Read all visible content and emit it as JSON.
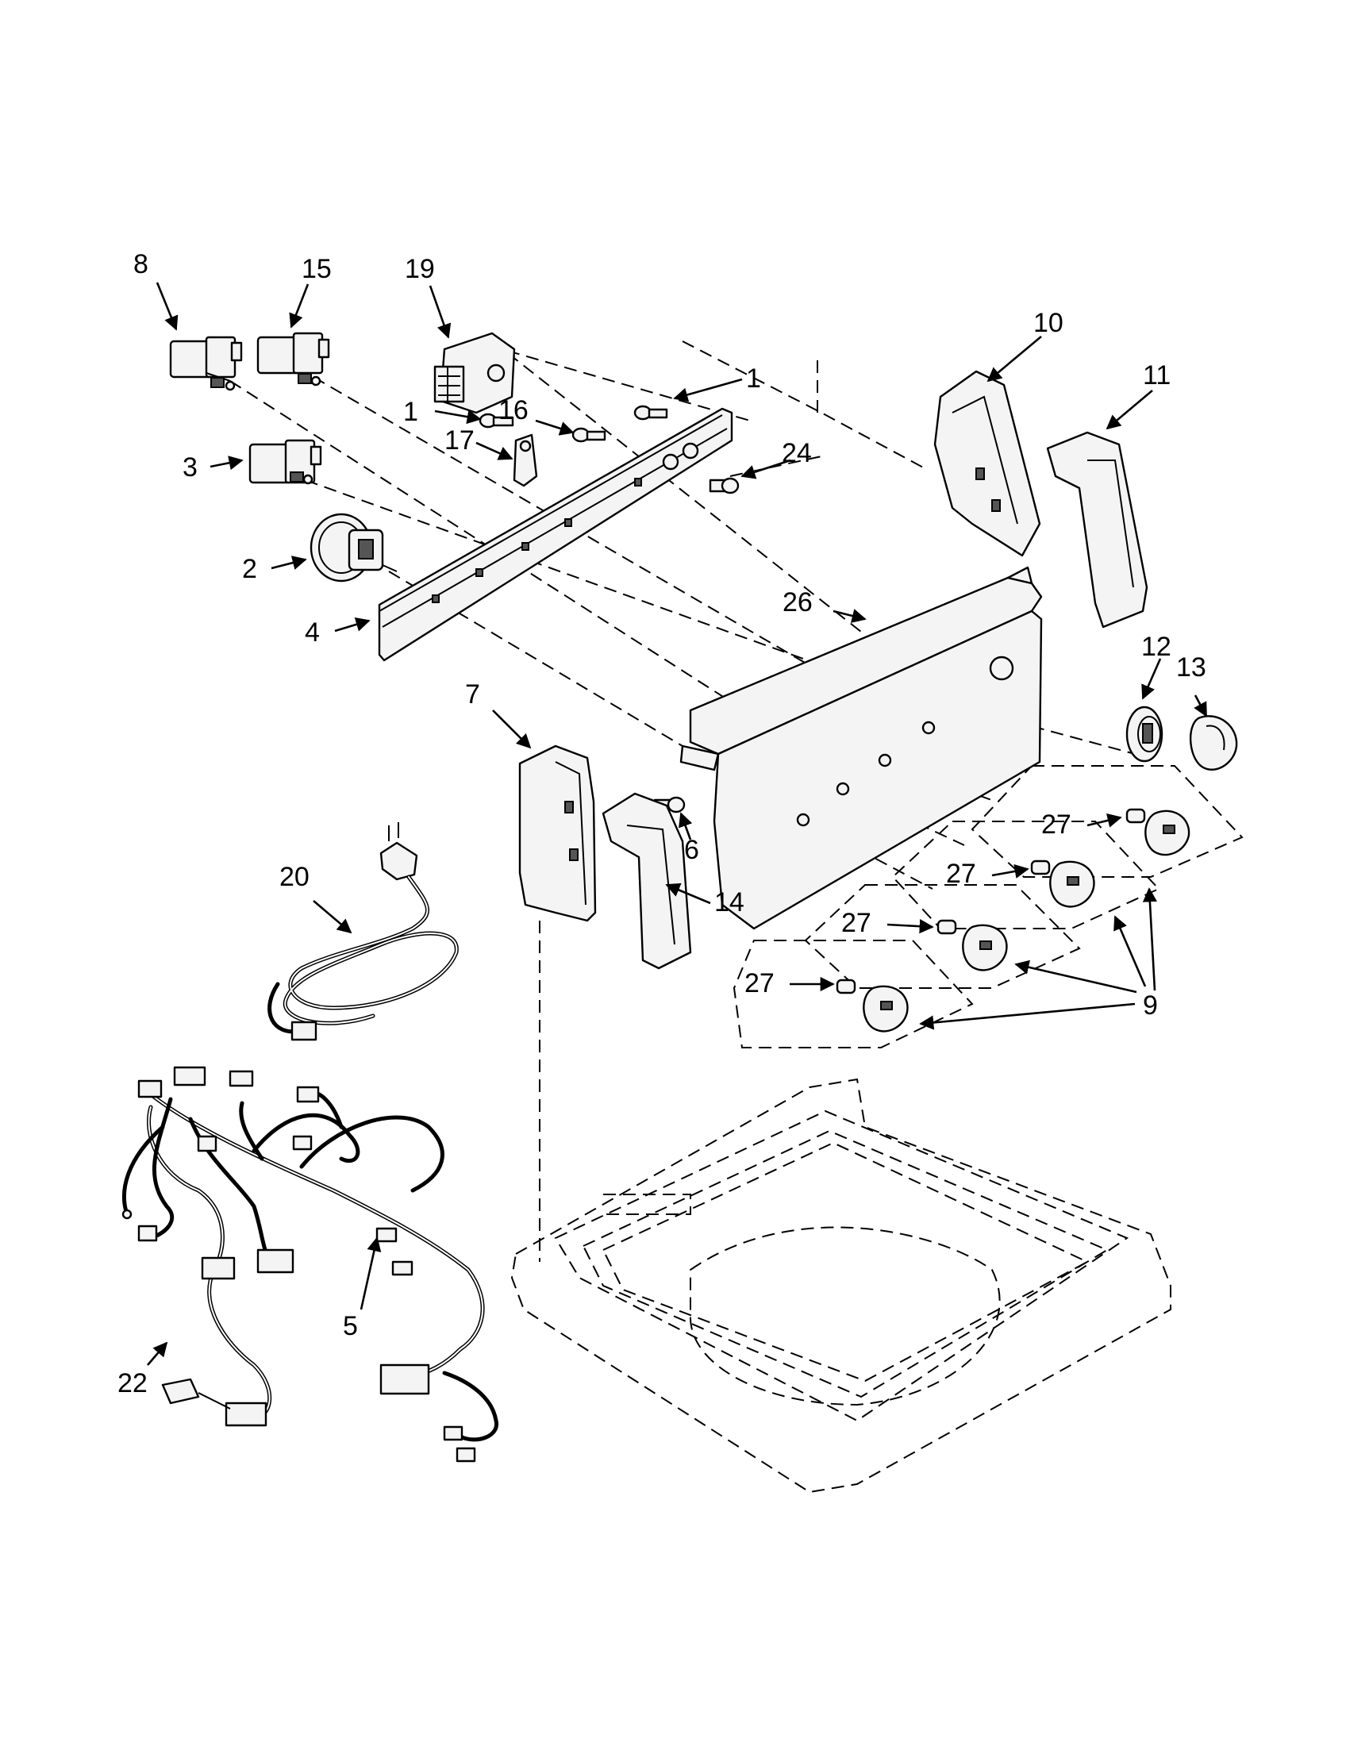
{
  "callouts": {
    "c8": "8",
    "c15": "15",
    "c19": "19",
    "c1a": "1",
    "c1b": "1",
    "c16": "16",
    "c17": "17",
    "c10": "10",
    "c11": "11",
    "c24": "24",
    "c3": "3",
    "c2": "2",
    "c4": "4",
    "c26": "26",
    "c12": "12",
    "c13": "13",
    "c7": "7",
    "c6": "6",
    "c14": "14",
    "c27a": "27",
    "c27b": "27",
    "c27c": "27",
    "c27d": "27",
    "c9": "9",
    "c20": "20",
    "c5": "5",
    "c22": "22"
  }
}
